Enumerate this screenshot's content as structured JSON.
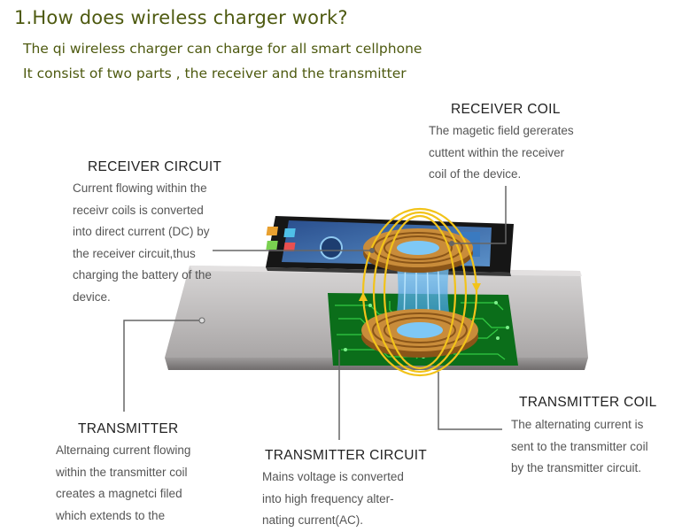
{
  "title": "1.How does wireless charger work?",
  "intro": [
    "The qi wireless charger can charge for all smart cellphone",
    "It consist of two parts , the receiver and the transmitter"
  ],
  "labels": {
    "receiver_coil": {
      "heading": "RECEIVER COIL",
      "lines": [
        "The magetic field gererates",
        "cuttent within the receiver",
        "coil of the device."
      ]
    },
    "receiver_circuit": {
      "heading": "RECEIVER CIRCUIT",
      "lines": [
        "Current flowing within the",
        "receivr coils is converted",
        "into direct current (DC) by",
        "the receiver circuit,thus",
        "charging the battery of the",
        "device."
      ]
    },
    "transmitter": {
      "heading": "TRANSMITTER",
      "lines": [
        "Alternaing current flowing",
        "within the transmitter coil",
        "creates a magnetci filed",
        "which extends to the"
      ]
    },
    "transmitter_circuit": {
      "heading": "TRANSMITTER CIRCUIT",
      "lines": [
        "Mains voltage is converted",
        "into high frequency alter-",
        "nating current(AC)."
      ]
    },
    "transmitter_coil": {
      "heading": "TRANSMITTER COIL",
      "lines": [
        "The alternating current is",
        "sent to the transmitter coil",
        "by the transmitter circuit."
      ]
    }
  },
  "colors": {
    "title": "#4e5a10",
    "pad": "#b3b0b0",
    "phone": "#1a1a1a",
    "circuit_board": "#0e7a1e",
    "coil": "#b87a2a",
    "field_lines": "#f2c31a",
    "flux": "#5ab8f0",
    "leader": "#666666"
  }
}
